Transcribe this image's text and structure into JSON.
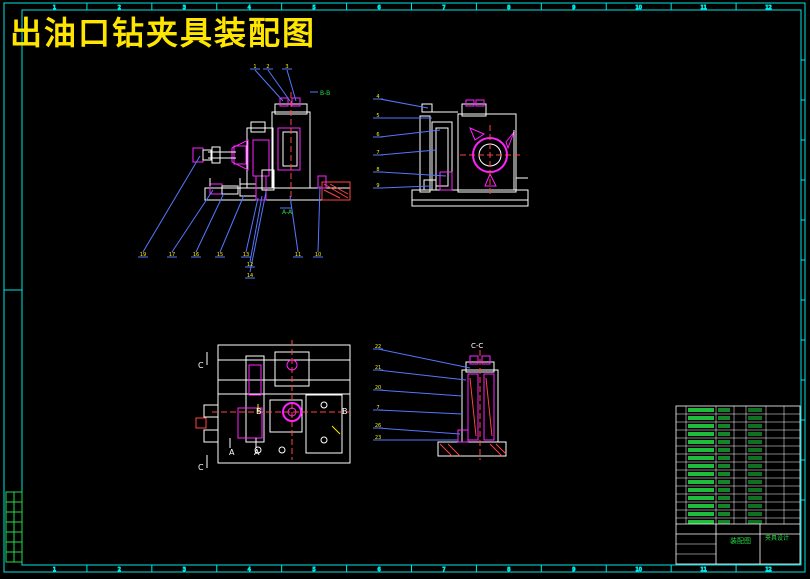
{
  "title": "出油口钻夹具装配图",
  "colors": {
    "background": "#000000",
    "border": "#00e5e5",
    "title": "#ffe600",
    "linework": "#ffffff",
    "part": "#ff22ff",
    "leader": "#5577ff",
    "hatch": "#ff4444",
    "dim": "#ffee00",
    "green": "#22dd44"
  },
  "border_ticks": {
    "top": [
      "1",
      "2",
      "3",
      "4",
      "5",
      "6",
      "7",
      "8",
      "9",
      "10",
      "11",
      "12"
    ],
    "bottom": [
      "1",
      "2",
      "3",
      "4",
      "5",
      "6",
      "7",
      "8",
      "9",
      "10",
      "11",
      "12"
    ]
  },
  "section_labels": {
    "front_top_right": "B-B",
    "front_lower": "A-A",
    "side_right": "C-C",
    "plan_c_top": "C",
    "plan_c_bottom": "C",
    "plan_b_left": "B",
    "plan_b_right": "B",
    "plan_a_left": "A",
    "plan_a_right": "A"
  },
  "balloons_front_top": [
    "1",
    "2",
    "3"
  ],
  "balloons_front_bottom": [
    "19",
    "17",
    "16",
    "15",
    "13",
    "12",
    "14",
    "11",
    "10"
  ],
  "balloons_side_left": [
    "4",
    "5",
    "6",
    "7",
    "8",
    "9"
  ],
  "balloons_section_left": [
    "22",
    "21",
    "20",
    "7",
    "26",
    "23"
  ],
  "title_block": {
    "drawing_name": "装配图",
    "drawing_number": "夹具设计"
  }
}
